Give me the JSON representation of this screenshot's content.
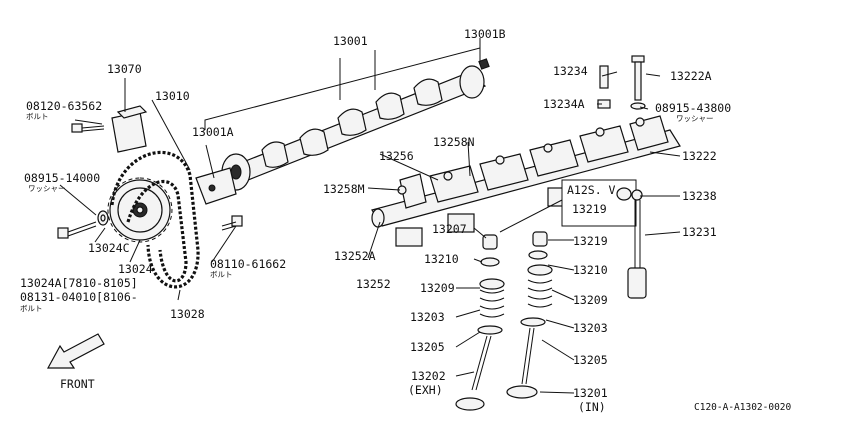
{
  "labels": {
    "p13001": "13001",
    "p13001B": "13001B",
    "p13070": "13070",
    "p13010": "13010",
    "p08120": "08120-63562",
    "p08120_sub": "ボルト",
    "p13001A": "13001A",
    "p08915_14000": "08915-14000",
    "p08915_14000_sub": "ワッシャー",
    "p13024C": "13024C",
    "p13024": "13024",
    "p13024A": "13024A[7810-8105]",
    "p08131": "08131-04010[8106-",
    "p08131_sub": "ボルト",
    "p13028": "13028",
    "p08110": "08110-61662",
    "p08110_sub": "ボルト",
    "p13234": "13234",
    "p13234A": "13234A",
    "p13222A": "13222A",
    "p08915_43800": "08915-43800",
    "p08915_43800_sub": "ワッシャー",
    "p13258N": "13258N",
    "p13256": "13256",
    "p13222": "13222",
    "p13258M": "13258M",
    "p_a12s": "A12S. V",
    "p13219_box": "13219",
    "p13238": "13238",
    "p13207": "13207",
    "p13219": "13219",
    "p13231": "13231",
    "p13252A": "13252A",
    "p13252": "13252",
    "p13210_l": "13210",
    "p13210_r": "13210",
    "p13209_l": "13209",
    "p13209_r": "13209",
    "p13203_l": "13203",
    "p13203_r": "13203",
    "p13205_l": "13205",
    "p13205_r": "13205",
    "p13202": "13202",
    "p13202_sub": "(EXH)",
    "p13201": "13201",
    "p13201_sub": "(IN)",
    "front": "FRONT",
    "diagram_code": "C120-A-A1302-0020"
  }
}
